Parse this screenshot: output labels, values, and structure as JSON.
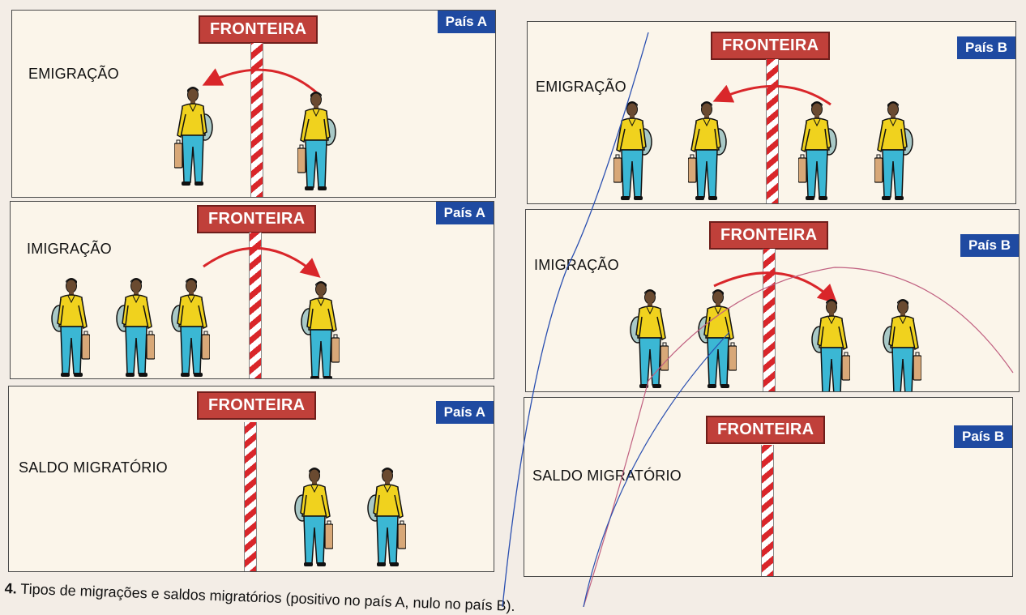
{
  "frontier_label": "FRONTEIRA",
  "left_country": "País A",
  "right_country": "País B",
  "panels": {
    "a_emig": {
      "label": "EMIGRAÇÃO"
    },
    "a_imig": {
      "label": "IMIGRAÇÃO"
    },
    "a_saldo": {
      "label": "SALDO MIGRATÓRIO"
    },
    "b_emig": {
      "label": "EMIGRAÇÃO"
    },
    "b_imig": {
      "label": "IMIGRAÇÃO"
    },
    "b_saldo": {
      "label": "SALDO MIGRATÓRIO"
    }
  },
  "caption": {
    "number": "4.",
    "text": "Tipos de migrações e saldos migratórios (positivo no país A, nulo no país B)."
  },
  "colors": {
    "frontier_bg": "#c0403a",
    "country_bg": "#1f4aa1",
    "arrow": "#d9262a",
    "pole_stripe": "#d9262a",
    "shirt": "#f0d21e",
    "pants": "#3bb7d4",
    "bag": "#a9c9c7",
    "suitcase": "#d8a878"
  }
}
